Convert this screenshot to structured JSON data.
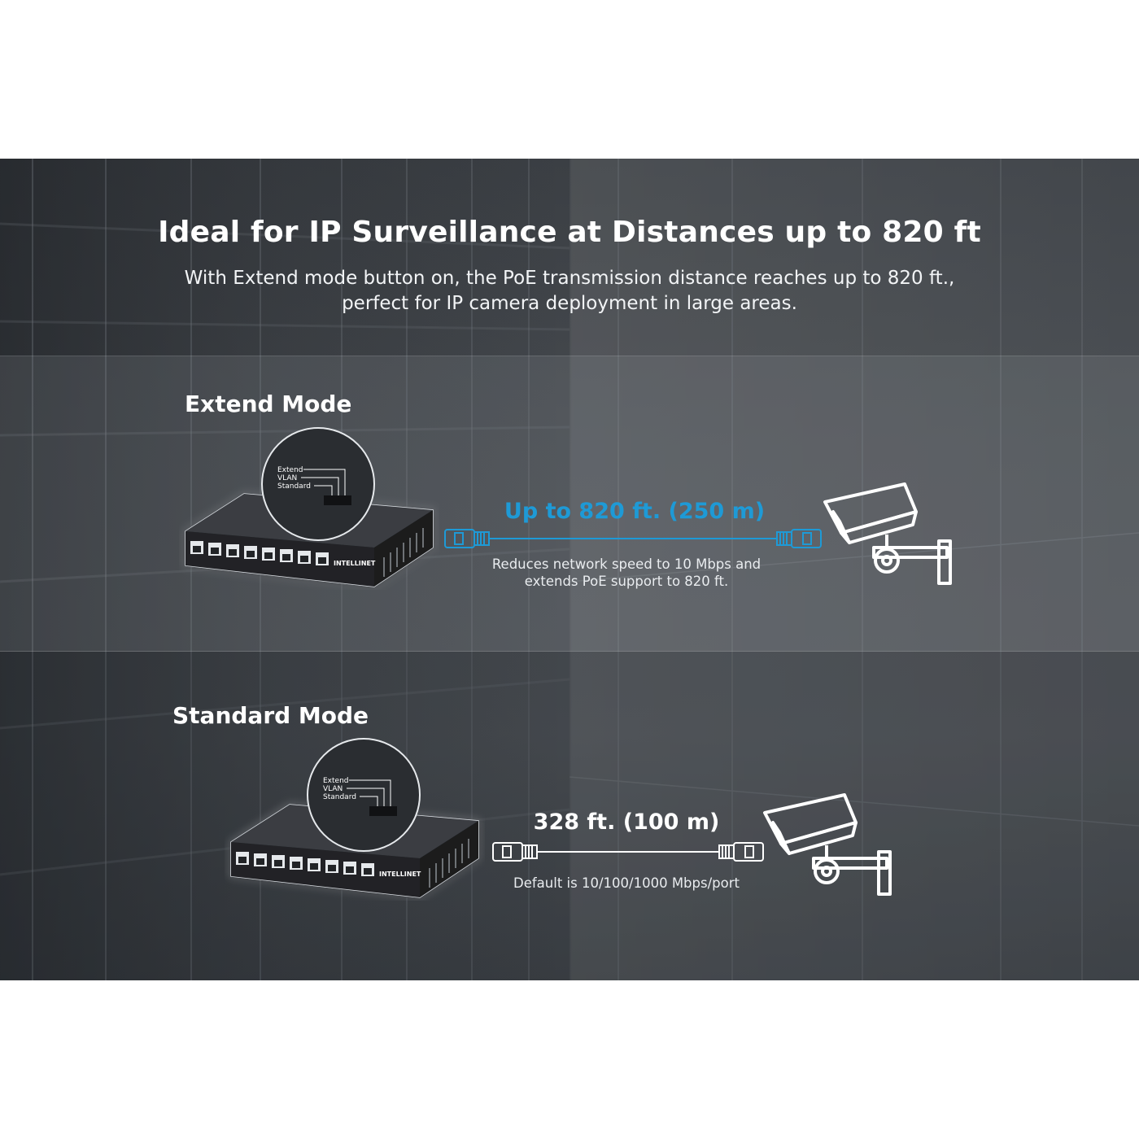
{
  "headline": "Ideal for IP Surveillance at Distances up to 820 ft",
  "subline": {
    "line1": "With Extend mode button on, the PoE transmission distance reaches up to 820 ft.,",
    "line2": "perfect for IP camera deployment in large areas."
  },
  "extend_mode": {
    "title": "Extend Mode",
    "distance": "Up to 820 ft. (250 m)",
    "note_line1": "Reduces network speed to 10 Mbps and",
    "note_line2": "extends PoE support to 820 ft.",
    "accent_color": "#1e9ad6"
  },
  "standard_mode": {
    "title": "Standard Mode",
    "distance": "328 ft. (100 m)",
    "note": "Default is 10/100/1000 Mbps/port"
  },
  "switch_labels": {
    "extend": "Extend",
    "vlan": "VLAN",
    "standard": "Standard",
    "brand": "INTELLINET"
  },
  "icons": [
    "network-switch-icon",
    "ethernet-cable-icon",
    "security-camera-icon"
  ]
}
